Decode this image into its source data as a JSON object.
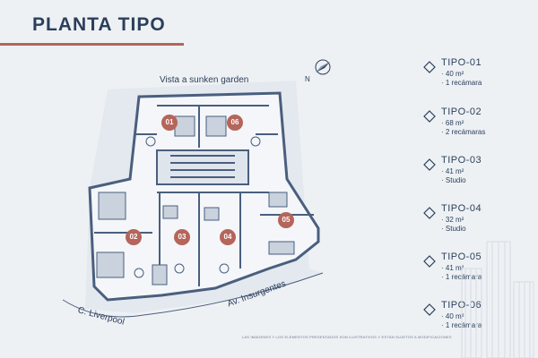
{
  "header": {
    "title": "PLANTA TIPO"
  },
  "plan": {
    "top_label": "Vista a sunken garden",
    "bottom_left_label": "C. Liverpool",
    "bottom_right_label": "Av. Insurgentes",
    "compass_label": "N",
    "units": [
      "01",
      "06",
      "02",
      "03",
      "04",
      "05"
    ]
  },
  "legend": [
    {
      "name": "TIPO-01",
      "area": "· 40 m²",
      "type": "· 1 recámara"
    },
    {
      "name": "TIPO-02",
      "area": "· 68 m²",
      "type": "· 2 recámaras"
    },
    {
      "name": "TIPO-03",
      "area": "· 41 m²",
      "type": "· Studio"
    },
    {
      "name": "TIPO-04",
      "area": "· 32 m²",
      "type": "· Studio"
    },
    {
      "name": "TIPO-05",
      "area": "· 41 m²",
      "type": "· 1 recámara"
    },
    {
      "name": "TIPO-06",
      "area": "· 40 m²",
      "type": "· 1 recámara"
    }
  ],
  "footer": {
    "disclaimer": "LAS IMÁGENES Y LOS ELEMENTOS PRESENTADOS SON ILUSTRATIVOS Y ESTÁN SUJETOS A MODIFICACIONES"
  },
  "colors": {
    "accent": "#b5655a",
    "navy": "#2b3f5c",
    "wall": "#4a5f7e",
    "background": "#eef1f4"
  }
}
